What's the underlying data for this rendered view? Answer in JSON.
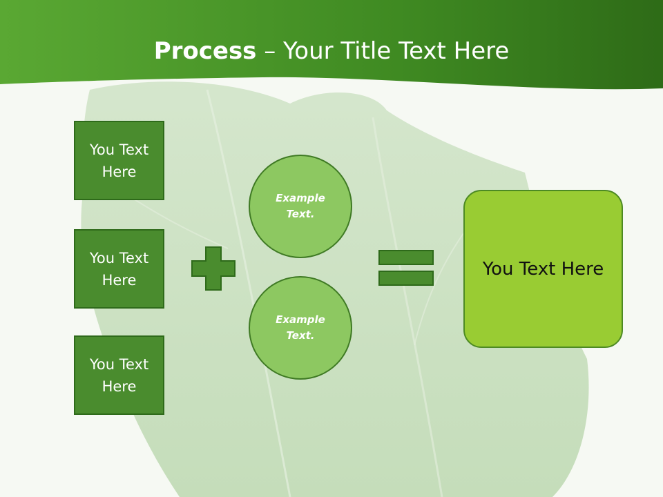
{
  "title": {
    "bold": "Process",
    "rest": " – Your Title Text Here"
  },
  "inputs": [
    {
      "label": "You Text Here"
    },
    {
      "label": "You Text Here"
    },
    {
      "label": "You Text Here"
    }
  ],
  "circles": [
    {
      "label": "Example Text."
    },
    {
      "label": "Example Text."
    }
  ],
  "result": {
    "label": "You Text Here"
  },
  "operators": {
    "plus_icon": "plus-icon",
    "equals_icon": "equals-icon"
  },
  "colors": {
    "header": "#3f8a22",
    "box": "#4a8c2e",
    "circle": "#8dc861",
    "result": "#99cc33",
    "operator": "#4a8c2e"
  }
}
